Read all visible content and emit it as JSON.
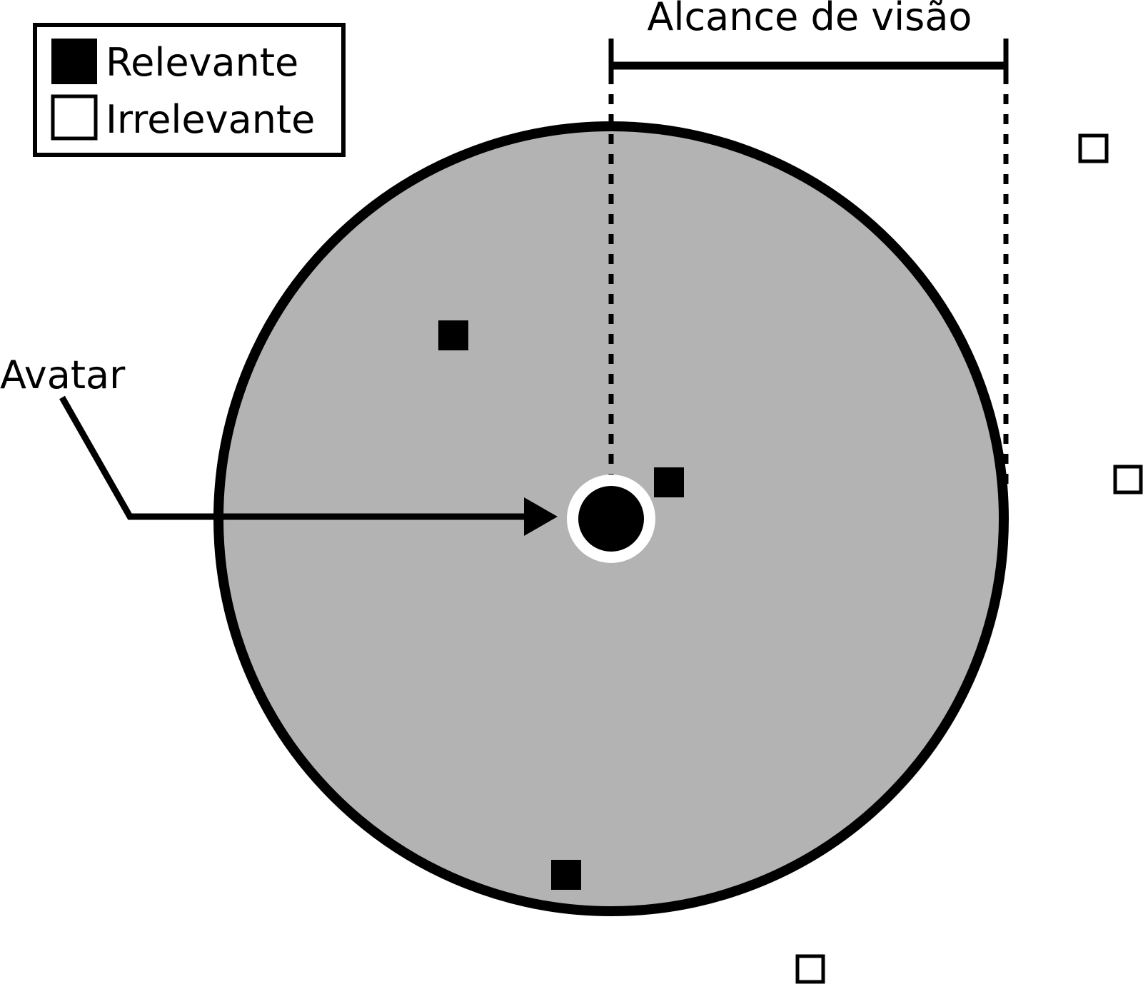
{
  "legend": {
    "relevant_label": "Relevante",
    "irrelevant_label": "Irrelevante"
  },
  "vision_range_label": "Alcance de visão",
  "avatar_label": "Avatar",
  "colors": {
    "area_fill": "#b3b3b3",
    "stroke": "#000000",
    "relevant": "#000000",
    "irrelevant": "#ffffff",
    "background": "#ffffff"
  },
  "objects": {
    "relevant_count": 3,
    "irrelevant_count": 3
  }
}
